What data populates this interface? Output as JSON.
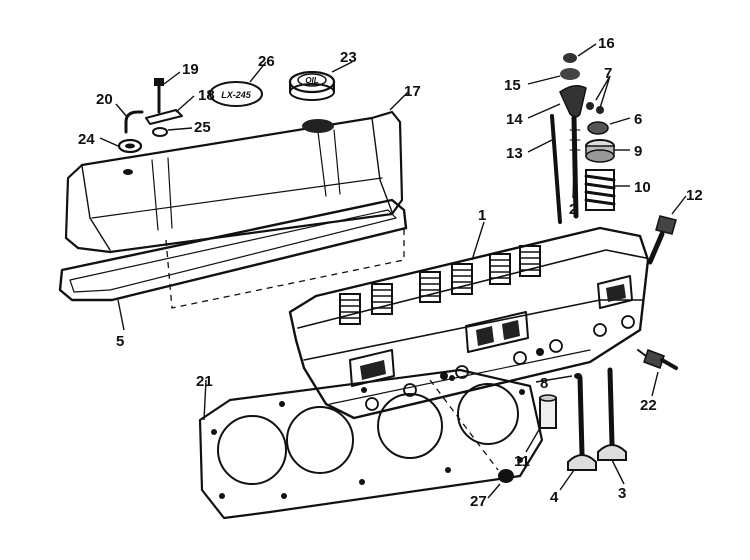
{
  "diagram": {
    "callouts": {
      "c1": "1",
      "c2": "2",
      "c3": "3",
      "c4": "4",
      "c5": "5",
      "c6": "6",
      "c7": "7",
      "c8": "8",
      "c9": "9",
      "c10": "10",
      "c11": "11",
      "c12": "12",
      "c13": "13",
      "c14": "14",
      "c15": "15",
      "c16": "16",
      "c17": "17",
      "c18": "18",
      "c19": "19",
      "c20": "20",
      "c21": "21",
      "c22": "22",
      "c23": "23",
      "c24": "24",
      "c25": "25",
      "c26": "26",
      "c27": "27"
    },
    "badges": {
      "oil_cap": "OIL",
      "emblem": "LX-245"
    }
  }
}
